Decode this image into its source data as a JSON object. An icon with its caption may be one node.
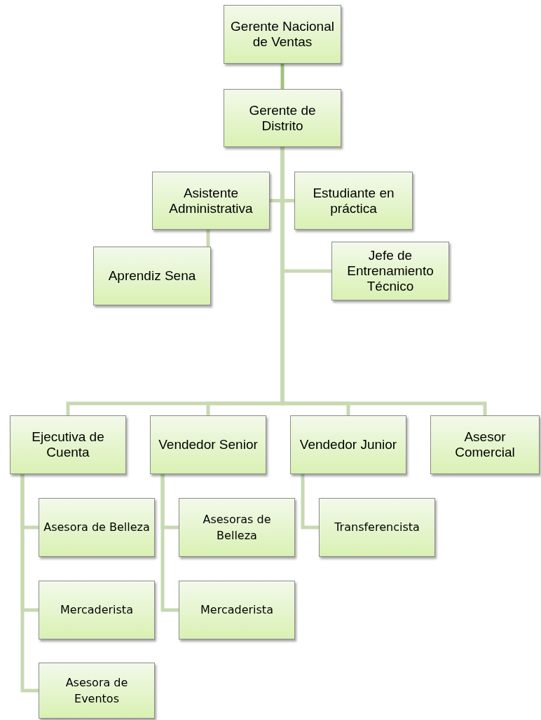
{
  "diagram": {
    "nodes": [
      {
        "text": [
          "Gerente Nacional de Ventas"
        ]
      },
      {
        "text": [
          "Gerente  de Distrito"
        ]
      },
      {
        "text": [
          "Asistente Administrativa"
        ]
      },
      {
        "text": [
          "Estudiante en práctica"
        ]
      },
      {
        "text": [
          "Aprendiz Sena"
        ]
      },
      {
        "text": [
          "Jefe de Entrenamiento Técnico"
        ]
      },
      {
        "text": [
          "Ejecutiva de Cuenta"
        ]
      },
      {
        "text": [
          "Vendedor Senior"
        ]
      },
      {
        "text": [
          "Vendedor Junior"
        ]
      },
      {
        "text": [
          "Asesor Comercial"
        ]
      },
      {
        "text": [
          "Asesora de Belleza"
        ]
      },
      {
        "text": [
          "Mercaderista"
        ]
      },
      {
        "text": [
          "Asesora de Eventos"
        ]
      },
      {
        "text": [
          "Asesoras de Belleza"
        ]
      },
      {
        "text": [
          "Mercaderista"
        ]
      },
      {
        "text": [
          "Transferencista"
        ]
      }
    ],
    "edges": [
      {
        "from": 0,
        "to": 1,
        "arrow": "none",
        "color": "#a3c27c"
      },
      {
        "from": 1,
        "to": 2,
        "arrow": "none"
      },
      {
        "from": 1,
        "to": 3,
        "arrow": "none"
      },
      {
        "from": 2,
        "to": 4,
        "arrow": "none"
      },
      {
        "from": 1,
        "to": 5,
        "arrow": "none"
      },
      {
        "from": 1,
        "to": 6,
        "arrow": "none"
      },
      {
        "from": 1,
        "to": 7,
        "arrow": "none"
      },
      {
        "from": 1,
        "to": 8,
        "arrow": "none"
      },
      {
        "from": 1,
        "to": 9,
        "arrow": "none"
      },
      {
        "from": 6,
        "to": 10,
        "arrow": "none"
      },
      {
        "from": 6,
        "to": 11,
        "arrow": "none"
      },
      {
        "from": 6,
        "to": 12,
        "arrow": "none"
      },
      {
        "from": 7,
        "to": 13,
        "arrow": "none"
      },
      {
        "from": 7,
        "to": 14,
        "arrow": "none"
      },
      {
        "from": 8,
        "to": 15,
        "arrow": "none"
      }
    ]
  }
}
